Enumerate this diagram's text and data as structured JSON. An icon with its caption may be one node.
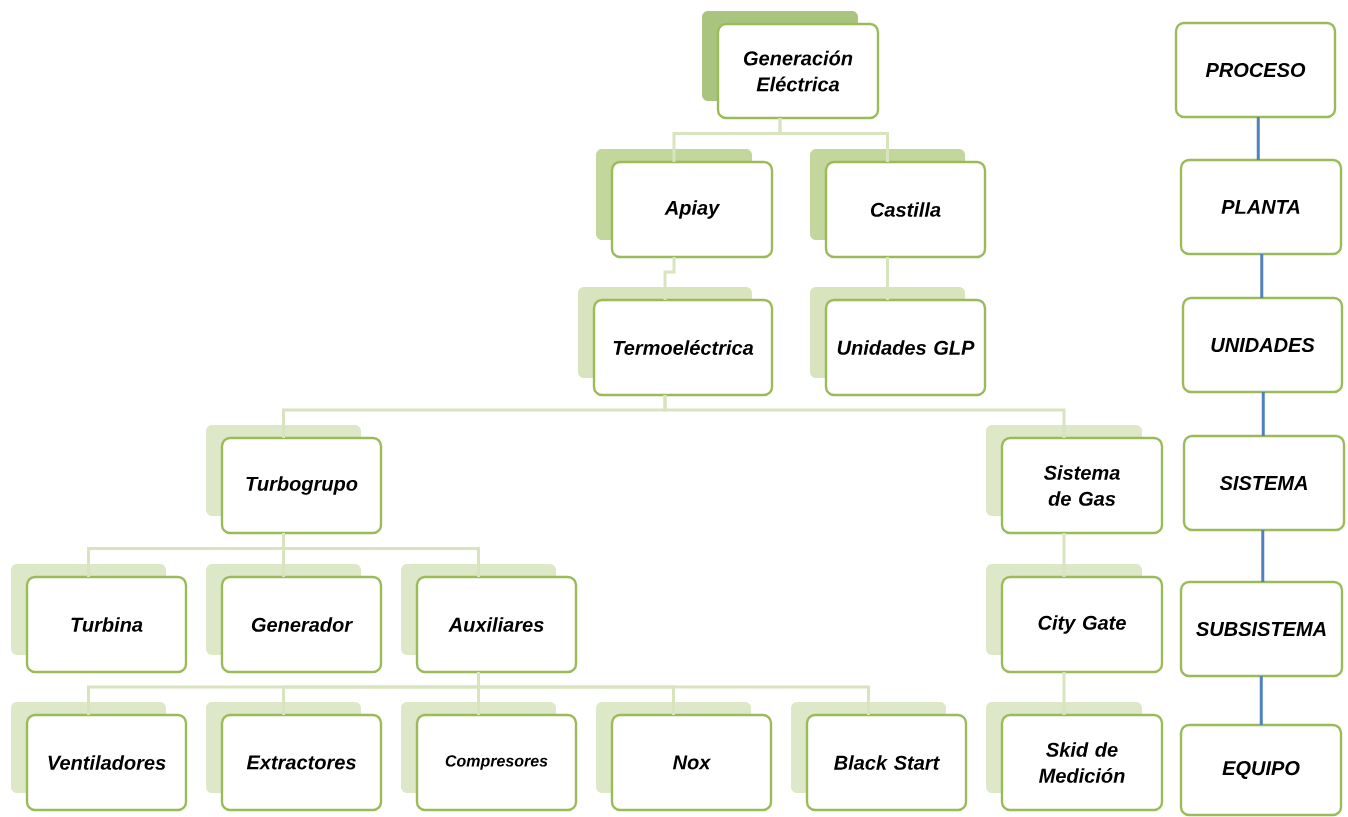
{
  "diagram": {
    "nodes": [
      {
        "text": [
          "Generación Eléctrica"
        ]
      },
      {
        "text": [
          "Apiay"
        ]
      },
      {
        "text": [
          "Castilla"
        ]
      },
      {
        "text": [
          "Termoeléctrica"
        ]
      },
      {
        "text": [
          "Unidades GLP"
        ]
      },
      {
        "text": [
          "Turbogrupo"
        ]
      },
      {
        "text": [
          "Sistema de Gas"
        ]
      },
      {
        "text": [
          "Turbina"
        ]
      },
      {
        "text": [
          "Generador"
        ]
      },
      {
        "text": [
          "Auxiliares"
        ]
      },
      {
        "text": [
          "City Gate"
        ]
      },
      {
        "text": [
          "Ventiladores"
        ]
      },
      {
        "text": [
          "Extractores"
        ]
      },
      {
        "text": [
          "Compresores"
        ]
      },
      {
        "text": [
          "Nox"
        ]
      },
      {
        "text": [
          "Black Start"
        ]
      },
      {
        "text": [
          "Skid de Medición"
        ]
      },
      {
        "text": [
          "PROCESO"
        ]
      },
      {
        "text": [
          "PLANTA"
        ]
      },
      {
        "text": [
          "UNIDADES"
        ]
      },
      {
        "text": [
          "SISTEMA"
        ]
      },
      {
        "text": [
          "SUBSISTEMA"
        ]
      },
      {
        "text": [
          "EQUIPO"
        ]
      }
    ],
    "edges": [
      {
        "from": 0,
        "to": 1,
        "arrow": "none"
      },
      {
        "from": 0,
        "to": 2,
        "arrow": "none"
      },
      {
        "from": 1,
        "to": 3,
        "arrow": "none"
      },
      {
        "from": 2,
        "to": 4,
        "arrow": "none"
      },
      {
        "from": 3,
        "to": 5,
        "arrow": "none"
      },
      {
        "from": 3,
        "to": 6,
        "arrow": "none"
      },
      {
        "from": 5,
        "to": 7,
        "arrow": "none"
      },
      {
        "from": 5,
        "to": 8,
        "arrow": "none"
      },
      {
        "from": 5,
        "to": 9,
        "arrow": "none"
      },
      {
        "from": 9,
        "to": 11,
        "arrow": "none"
      },
      {
        "from": 9,
        "to": 12,
        "arrow": "none"
      },
      {
        "from": 9,
        "to": 13,
        "arrow": "none"
      },
      {
        "from": 9,
        "to": 14,
        "arrow": "none"
      },
      {
        "from": 9,
        "to": 15,
        "arrow": "none"
      },
      {
        "from": 6,
        "to": 10,
        "arrow": "none"
      },
      {
        "from": 10,
        "to": 16,
        "arrow": "none"
      },
      {
        "from": 17,
        "to": 18,
        "arrow": "none",
        "color": "#4f81bd"
      },
      {
        "from": 18,
        "to": 19,
        "arrow": "none",
        "color": "#4f81bd"
      },
      {
        "from": 19,
        "to": 20,
        "arrow": "none",
        "color": "#4f81bd"
      },
      {
        "from": 20,
        "to": 21,
        "arrow": "none",
        "color": "#4f81bd"
      },
      {
        "from": 21,
        "to": 22,
        "arrow": "none",
        "color": "#4f81bd"
      }
    ]
  }
}
